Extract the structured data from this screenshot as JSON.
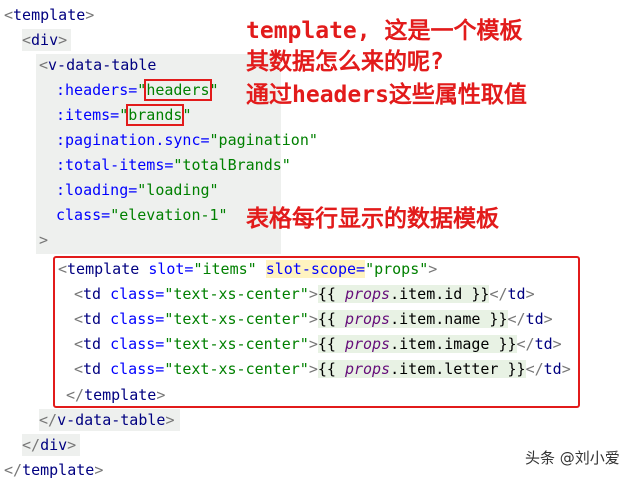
{
  "code": {
    "l1_open": "<",
    "l1_tag": "template",
    "l1_close": ">",
    "l2_open": "<",
    "l2_tag": "div",
    "l2_close": ">",
    "l3_open": "<",
    "l3_tag": "v-data-table",
    "l4_attr": ":headers=",
    "l4_q1": "\"",
    "l4_val": "headers",
    "l4_q2": "\"",
    "l5_attr": ":items=",
    "l5_q1": "\"",
    "l5_val": "brands",
    "l5_q2": "\"",
    "l6_attr": ":pagination.sync=",
    "l6_val": "\"pagination\"",
    "l7_attr": ":total-items=",
    "l7_val": "\"totalBrands\"",
    "l8_attr": ":loading=",
    "l8_val": "\"loading\"",
    "l9_attr": "class=",
    "l9_val": "\"elevation-1\"",
    "l10_close": ">",
    "l11_open": "<",
    "l11_tag": "template ",
    "l11_attr1": "slot=",
    "l11_val1": "\"items\" ",
    "l11_attr2": "slot-scope=",
    "l11_val2": "\"props\"",
    "l11_close": ">",
    "rows": [
      {
        "field": "id"
      },
      {
        "field": "name"
      },
      {
        "field": "image"
      },
      {
        "field": "letter"
      }
    ],
    "td_open": "<",
    "td_tag": "td ",
    "td_attr": "class=",
    "td_val": "\"text-xs-center\"",
    "td_gt": ">",
    "mus_open": "{{ ",
    "props": "props",
    "dot_item": ".item.",
    "mus_close": " }}",
    "td_end_open": "</",
    "td_end_tag": "td",
    "td_end_close": ">",
    "l16_open": "</",
    "l16_tag": "template",
    "l16_close": ">",
    "l17_open": "</",
    "l17_tag": "v-data-table",
    "l17_close": ">",
    "l18_open": "</",
    "l18_tag": "div",
    "l18_close": ">",
    "l19_open": "</",
    "l19_tag": "template",
    "l19_close": ">"
  },
  "annotations": {
    "a1": "template, 这是一个模板",
    "a2": "其数据怎么来的呢?",
    "a3": "通过headers这些属性取值",
    "a4": "表格每行显示的数据模板"
  },
  "watermark": "头条 @刘小爱",
  "colors": {
    "annotation_red": "#e21b1b",
    "tag_blue": "#000080",
    "attr_blue": "#0000ff",
    "value_green": "#008000"
  }
}
